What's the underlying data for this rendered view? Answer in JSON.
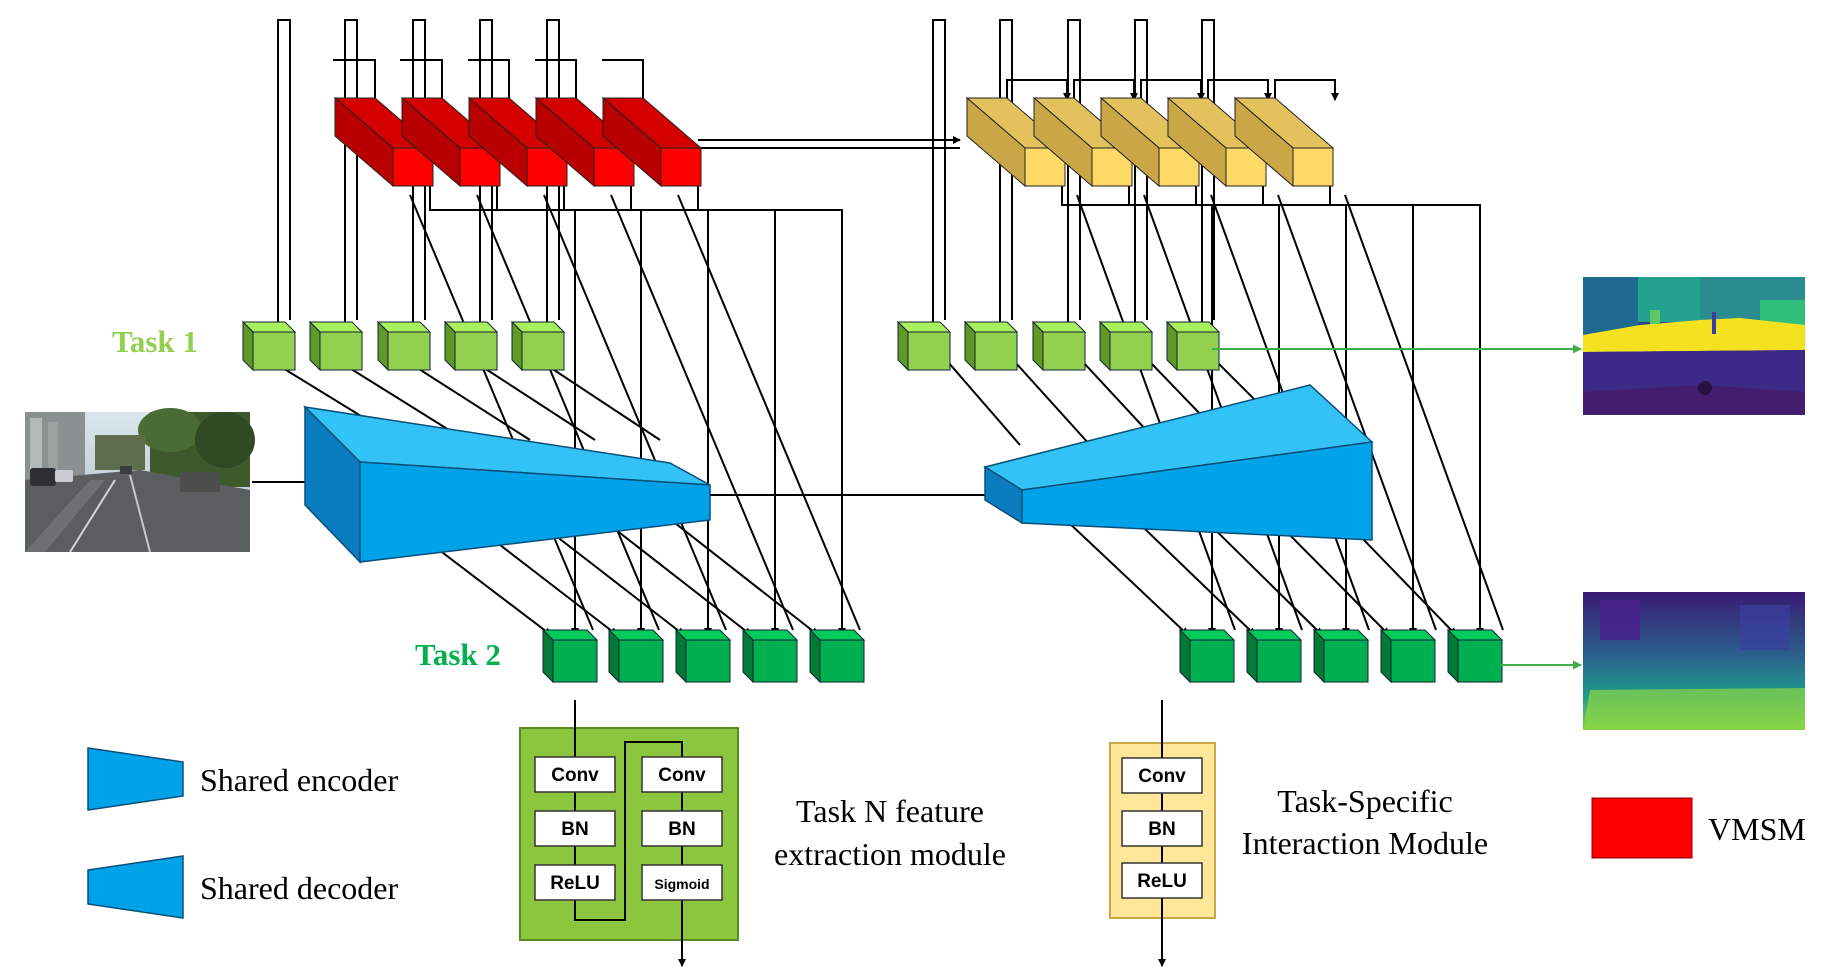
{
  "labels": {
    "task1": "Task 1",
    "task2": "Task 2",
    "encoder": "Shared encoder",
    "decoder": "Shared decoder",
    "vmsm": "VMSM",
    "feature_module_line1": "Task N feature",
    "feature_module_line2": "extraction module",
    "interaction_module_line1": "Task-Specific",
    "interaction_module_line2": "Interaction Module"
  },
  "feature_module": {
    "left_column": [
      "Conv",
      "BN",
      "ReLU"
    ],
    "right_column": [
      "Conv",
      "BN",
      "Sigmoid"
    ]
  },
  "interaction_module": {
    "column": [
      "Conv",
      "BN",
      "ReLU"
    ]
  },
  "colors": {
    "vmsm_red": "#ff0000",
    "vmsm_red_dark": "#b80000",
    "interaction_yellow": "#ffd966",
    "interaction_yellow_dark": "#c9a646",
    "task1_green": "#92d050",
    "task1_green_dark": "#5f9a26",
    "task2_green": "#00b050",
    "task2_green_dark": "#007a35",
    "encoder_blue": "#00a3e8",
    "encoder_blue_light": "#33c2f5",
    "encoder_blue_dark": "#0077b8",
    "feature_module_bg": "#8cc63f",
    "interaction_module_bg": "#ffe699"
  },
  "icons": {
    "input_image": "street-scene-photo",
    "output_top": "segmentation-map",
    "output_bottom": "depth-map"
  }
}
